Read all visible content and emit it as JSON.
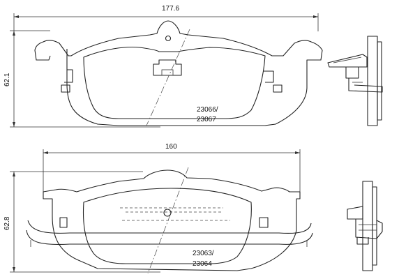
{
  "top_view": {
    "width_label": "177.6",
    "height_label": "62.1",
    "part_numbers": [
      "23066/",
      "23067"
    ]
  },
  "bottom_view": {
    "width_label": "160",
    "height_label": "62.8",
    "part_numbers": [
      "23063/",
      "23064"
    ]
  },
  "colors": {
    "line": "#222222",
    "background": "#ffffff"
  }
}
